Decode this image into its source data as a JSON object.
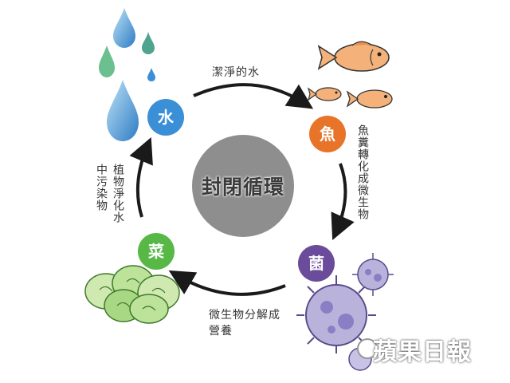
{
  "diagram": {
    "center_title": "封閉循環",
    "nodes": {
      "water": {
        "label": "水",
        "color": "#3b8fd6"
      },
      "fish": {
        "label": "魚",
        "color": "#e8742a"
      },
      "bacteria": {
        "label": "菌",
        "color": "#6b4c9a"
      },
      "vegetable": {
        "label": "菜",
        "color": "#57b846"
      }
    },
    "edges": {
      "water_to_fish": "潔淨的水",
      "fish_to_bacteria": "魚糞轉化成微生物",
      "bacteria_to_vegetable_line1": "微生物分解成",
      "bacteria_to_vegetable_line2": "營養",
      "vegetable_to_water_line1": "植物淨化水",
      "vegetable_to_water_line2": "中污染物"
    },
    "watermark": "蘋果日報"
  }
}
